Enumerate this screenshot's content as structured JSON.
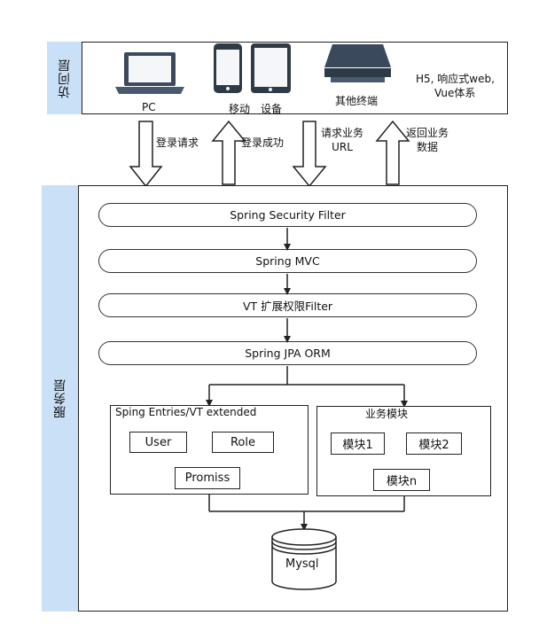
{
  "access_layer": {
    "label": "访问层",
    "devices": {
      "pc": "PC",
      "mobile": "移动",
      "tablet": "设备",
      "other": "其他终端"
    },
    "note_line1": "H5, 响应式web,",
    "note_line2": "Vue体系"
  },
  "flows": {
    "login_request": "登录请求",
    "login_success": "登录成功",
    "biz_request_line1": "请求业务",
    "biz_request_line2": "URL",
    "return_data_line1": "返回业务",
    "return_data_line2": "数据"
  },
  "service_layer": {
    "label": "服务层",
    "pipeline": [
      "Spring Security Filter",
      "Spring MVC",
      "VT 扩展权限Filter",
      "Spring JPA ORM"
    ],
    "entities": {
      "title": "Sping Entries/VT extended",
      "items": [
        "User",
        "Role",
        "Promiss"
      ]
    },
    "modules": {
      "title": "业务模块",
      "items": [
        "模块1",
        "模块2",
        "模块n"
      ]
    },
    "database": "Mysql"
  }
}
